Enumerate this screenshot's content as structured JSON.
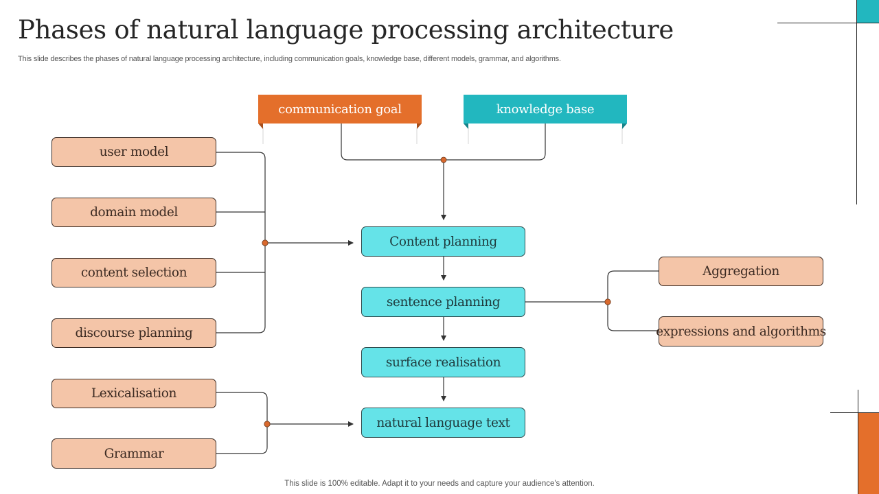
{
  "slide": {
    "title": "Phases of natural language processing architecture",
    "subtitle": "This slide describes the phases of natural language processing architecture, including communication goals, knowledge base, different models, grammar, and algorithms.",
    "footer": "This slide is 100% editable. Adapt it to your needs and capture your audience's attention."
  },
  "colors": {
    "orange": "#e46f2b",
    "teal": "#22b7bf",
    "peach": "#f4c5a8",
    "cyan": "#65e3e8",
    "connector": "#333333",
    "junction": "#d9692e"
  },
  "inputs_top": {
    "communication_goal": "communication goal",
    "knowledge_base": "knowledge base"
  },
  "left_models": [
    "user model",
    "domain model",
    "content selection",
    "discourse planning"
  ],
  "left_lexical": [
    "Lexicalisation",
    "Grammar"
  ],
  "pipeline": [
    "Content planning",
    "sentence planning",
    "surface realisation",
    "natural language text"
  ],
  "right_branch": [
    "Aggregation",
    "expressions and algorithms"
  ]
}
